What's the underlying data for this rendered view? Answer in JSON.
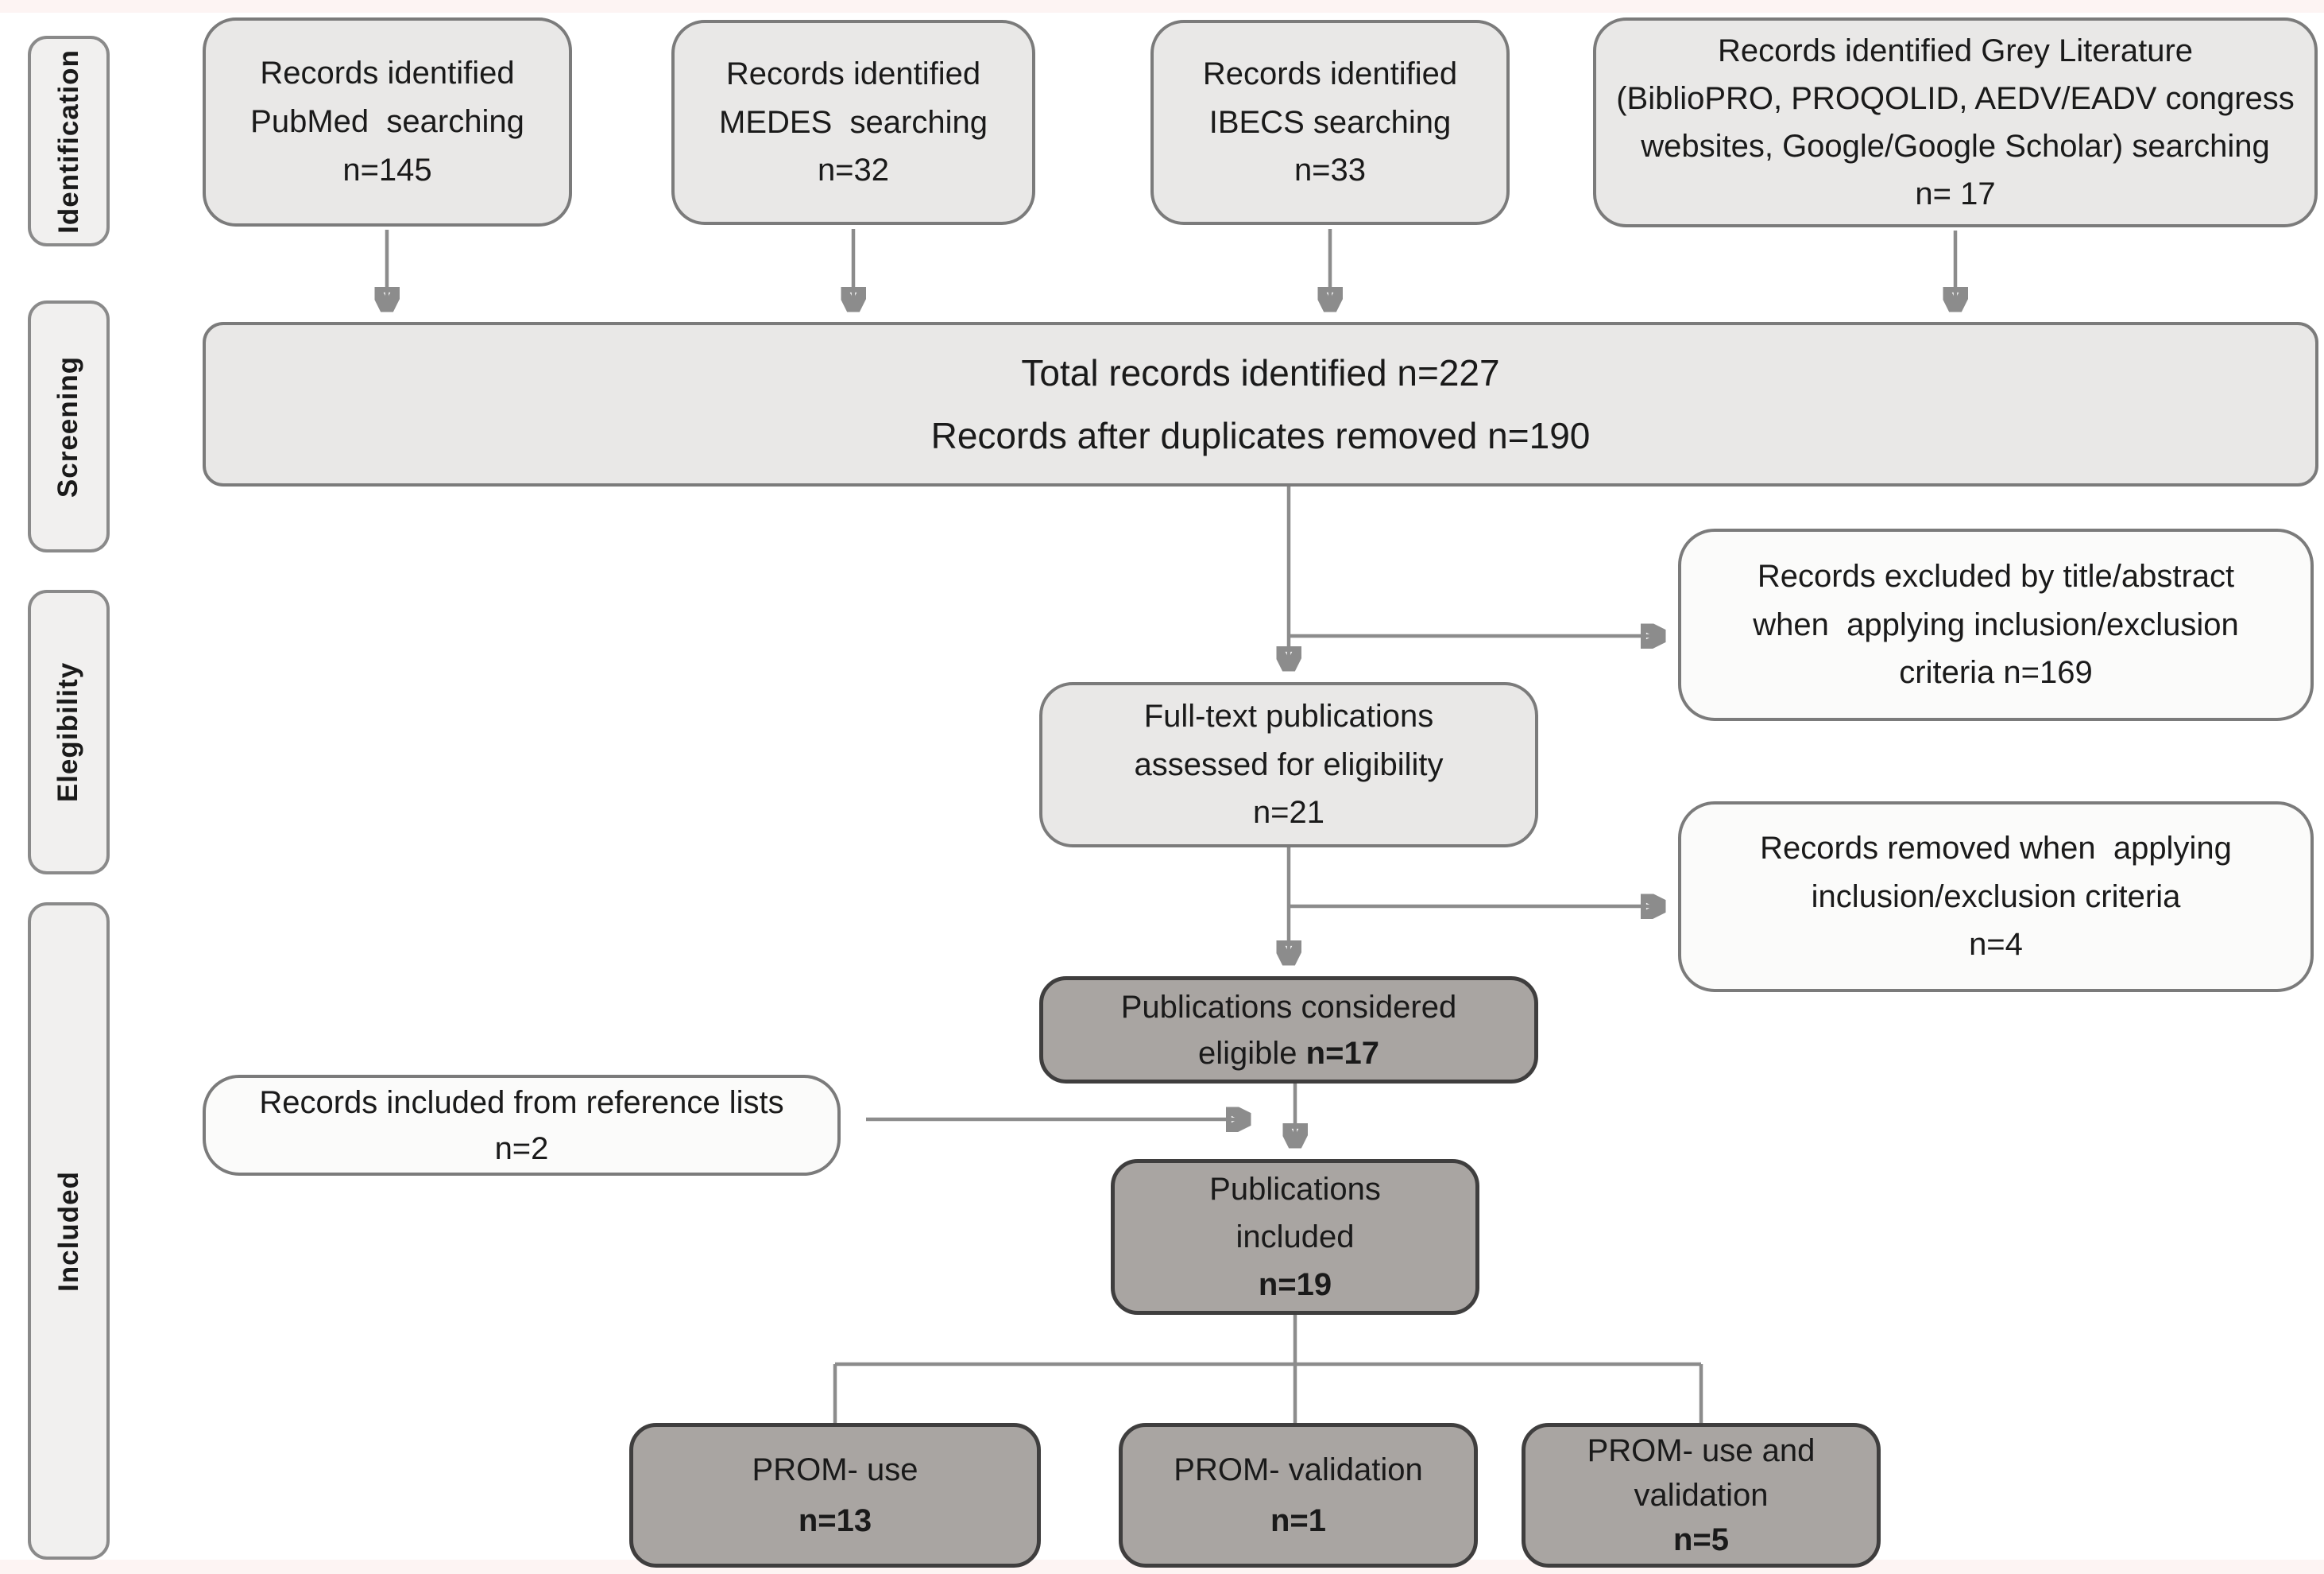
{
  "colors": {
    "background": "#ffffff",
    "light_box_fill": "#e9e8e7",
    "pale_box_fill": "#fbfbfa",
    "dark_box_fill": "#a9a5a2",
    "sidebar_fill": "#f1f0ef",
    "grey_border": "#7b7b7b",
    "dark_border": "#3f3e3e",
    "arrow": "#8c8c8c",
    "text": "#1a1a1a",
    "edge_band": "#fdf4f3"
  },
  "sidebar": {
    "stages": [
      {
        "label": "Identification"
      },
      {
        "label": "Screening"
      },
      {
        "label": "Elegibility"
      },
      {
        "label": "Included"
      }
    ]
  },
  "boxes": {
    "pubmed": {
      "line1": "Records identified",
      "line2": "PubMed  searching",
      "line3": "n=145"
    },
    "medes": {
      "line1": "Records identified",
      "line2": "MEDES  searching",
      "line3": "n=32"
    },
    "ibecs": {
      "line1": "Records identified",
      "line2": "IBECS searching",
      "line3": "n=33"
    },
    "grey_literature": {
      "line1": "Records identified Grey Literature",
      "line2": "(BiblioPRO, PROQOLID, AEDV/EADV congress",
      "line3": "websites, Google/Google Scholar) searching",
      "line4": "n= 17"
    },
    "screening_total": {
      "line1": "Total records identified n=227",
      "line2": "Records after duplicates removed n=190"
    },
    "excluded_title_abstract": {
      "line1": "Records excluded by title/abstract",
      "line2": "when  applying inclusion/exclusion",
      "line3": "criteria n=169"
    },
    "fulltext": {
      "line1": "Full-text publications",
      "line2": "assessed for eligibility",
      "line3": "n=21"
    },
    "removed_criteria": {
      "line1": "Records removed when  applying",
      "line2": "inclusion/exclusion criteria",
      "line3": "n=4"
    },
    "eligible": {
      "line1": "Publications considered",
      "line2_prefix": "eligible ",
      "line2_value": "n=17"
    },
    "reference_lists": {
      "line1": "Records included from reference lists",
      "line2": "n=2"
    },
    "included": {
      "line1": "Publications",
      "line2": "included",
      "value": "n=19"
    },
    "prom_use": {
      "line1": "PROM- use",
      "value": "n=13"
    },
    "prom_validation": {
      "line1": "PROM- validation",
      "value": "n=1"
    },
    "prom_use_validation": {
      "line1": "PROM- use and",
      "line2": "validation",
      "value": "n=5"
    }
  }
}
